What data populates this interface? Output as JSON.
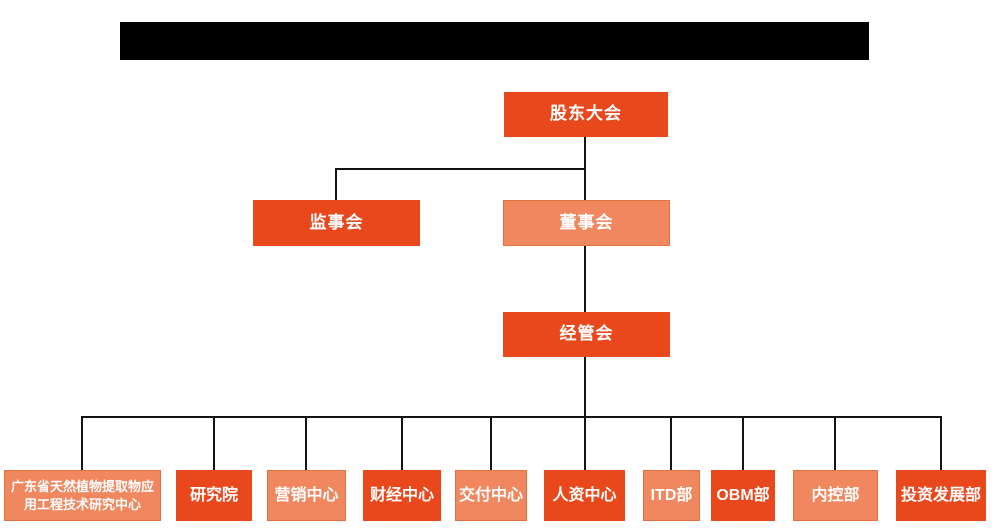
{
  "org": {
    "nodes": [
      {
        "id": "shareholders-meeting",
        "label": "股东大会",
        "variant": "primary",
        "level": 1
      },
      {
        "id": "supervisory-board",
        "label": "监事会",
        "variant": "primary",
        "level": 2
      },
      {
        "id": "board-of-directors",
        "label": "董事会",
        "variant": "secondary",
        "level": 2
      },
      {
        "id": "management-committee",
        "label": "经管会",
        "variant": "primary",
        "level": 3
      },
      {
        "id": "guangdong-research-center",
        "label": "广东省天然植物提取物应用工程技术研究中心",
        "variant": "secondary",
        "level": 4
      },
      {
        "id": "research-institute",
        "label": "研究院",
        "variant": "primary",
        "level": 4
      },
      {
        "id": "marketing-center",
        "label": "营销中心",
        "variant": "secondary",
        "level": 4
      },
      {
        "id": "finance-center",
        "label": "财经中心",
        "variant": "primary",
        "level": 4
      },
      {
        "id": "delivery-center",
        "label": "交付中心",
        "variant": "secondary",
        "level": 4
      },
      {
        "id": "hr-center",
        "label": "人资中心",
        "variant": "primary",
        "level": 4
      },
      {
        "id": "itd-department",
        "label": "ITD部",
        "variant": "secondary",
        "level": 4
      },
      {
        "id": "obm-department",
        "label": "OBM部",
        "variant": "primary",
        "level": 4
      },
      {
        "id": "internal-control-department",
        "label": "内控部",
        "variant": "secondary",
        "level": 4
      },
      {
        "id": "investment-development-department",
        "label": "投资发展部",
        "variant": "primary",
        "level": 4
      }
    ],
    "edges": [
      {
        "from": "shareholders-meeting",
        "to": "supervisory-board"
      },
      {
        "from": "shareholders-meeting",
        "to": "board-of-directors"
      },
      {
        "from": "board-of-directors",
        "to": "management-committee"
      },
      {
        "from": "management-committee",
        "to": "guangdong-research-center"
      },
      {
        "from": "management-committee",
        "to": "research-institute"
      },
      {
        "from": "management-committee",
        "to": "marketing-center"
      },
      {
        "from": "management-committee",
        "to": "finance-center"
      },
      {
        "from": "management-committee",
        "to": "delivery-center"
      },
      {
        "from": "management-committee",
        "to": "hr-center"
      },
      {
        "from": "management-committee",
        "to": "itd-department"
      },
      {
        "from": "management-committee",
        "to": "obm-department"
      },
      {
        "from": "management-committee",
        "to": "internal-control-department"
      },
      {
        "from": "management-committee",
        "to": "investment-development-department"
      }
    ],
    "colors": {
      "primary_box": "#e8481c",
      "secondary_box": "#f0875e",
      "secondary_border": "#e2713f",
      "connector_line": "#131313",
      "redacted_title": "#000000",
      "text": "#ffffff",
      "background": "#ffffff"
    }
  }
}
